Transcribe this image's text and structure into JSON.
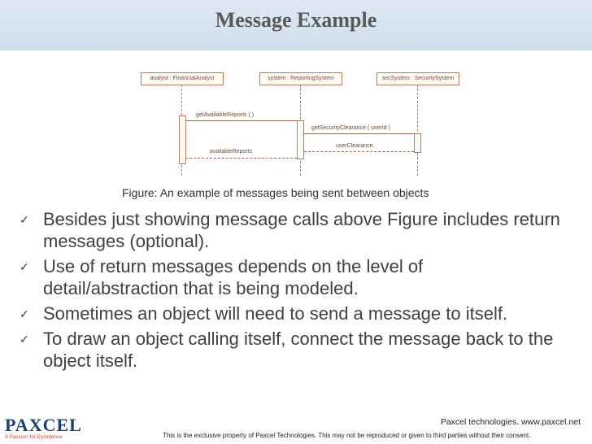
{
  "slide": {
    "title": "Message Example",
    "caption": "Figure: An example of messages being sent between objects",
    "bullets": [
      "Besides just showing message calls above Figure includes return messages (optional).",
      "Use of return messages depends on the level of detail/abstraction that is being modeled.",
      "Sometimes an object will need to send a message to itself.",
      "To draw an object calling itself, connect the message back to the object itself."
    ],
    "bullet_icon": "check-icon"
  },
  "diagram": {
    "objects": [
      "analyst : FinancialAnalyst",
      "system : ReportingSystem",
      "secSystem : SecuritySystem"
    ],
    "messages": [
      "getAvailableReports ( )",
      "getSecurityClearance ( userId )",
      "userClearance",
      "availableReports"
    ]
  },
  "footer": {
    "company": "Paxcel technologies. www.paxcel.net",
    "notice": "This is the exclusive property of Paxcel Technologies. This may not be reproduced or given to third parties without their consent.",
    "logo_text": "PAXCEL",
    "logo_tagline": "A Passion for Excellence"
  },
  "colors": {
    "title_band": "#dfe9f3",
    "title_text": "#595959",
    "body_text": "#404040",
    "logo_blue": "#1f3d79",
    "logo_red": "#c0392b"
  }
}
